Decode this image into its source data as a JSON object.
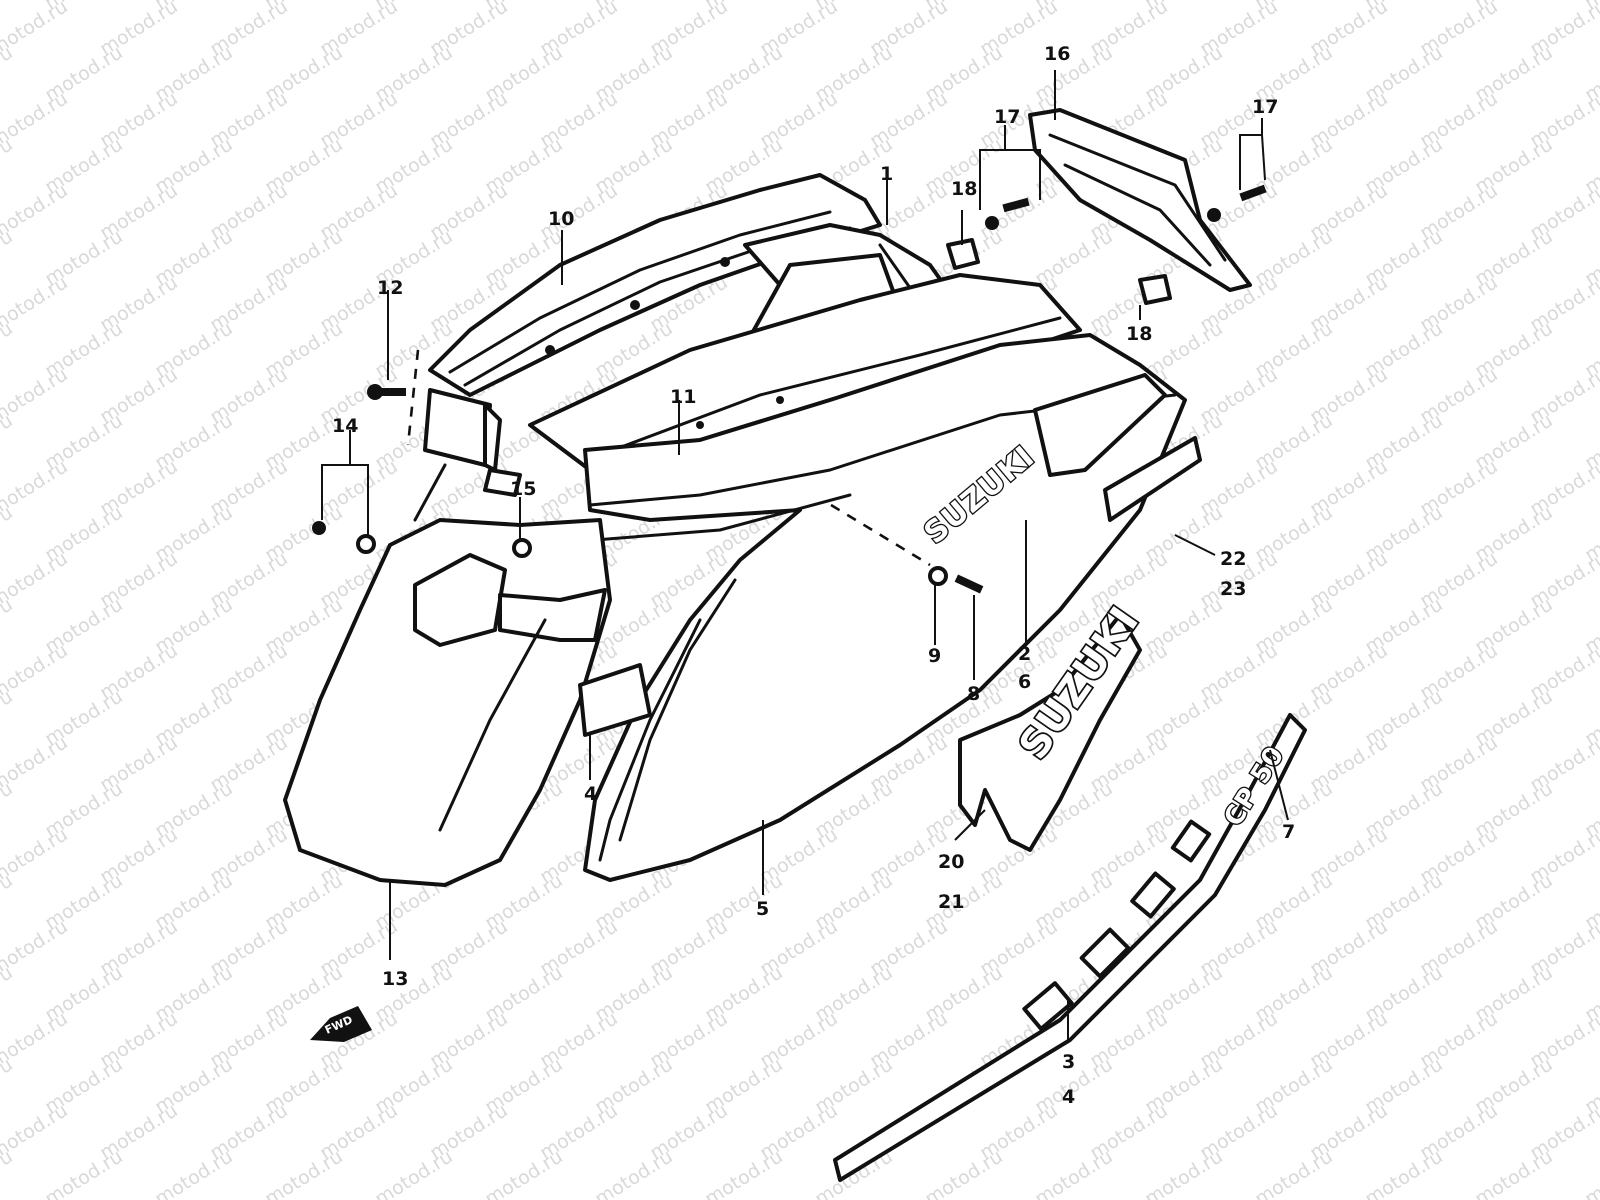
{
  "watermark": "motod.ru",
  "callouts": {
    "n1": "1",
    "n2": "2",
    "n3": "3",
    "n4a": "4",
    "n4b": "4",
    "n5": "5",
    "n6": "6",
    "n7": "7",
    "n8": "8",
    "n9": "9",
    "n10": "10",
    "n11": "11",
    "n12": "12",
    "n13": "13",
    "n14": "14",
    "n15": "15",
    "n16": "16",
    "n17a": "17",
    "n17b": "17",
    "n18a": "18",
    "n18b": "18",
    "n20": "20",
    "n21": "21",
    "n22": "22",
    "n23": "23"
  },
  "decals": {
    "brand_small": "SUZUKI",
    "brand_large": "SUZUKI",
    "model": "CP 50"
  },
  "fwd_arrow": "FWD"
}
